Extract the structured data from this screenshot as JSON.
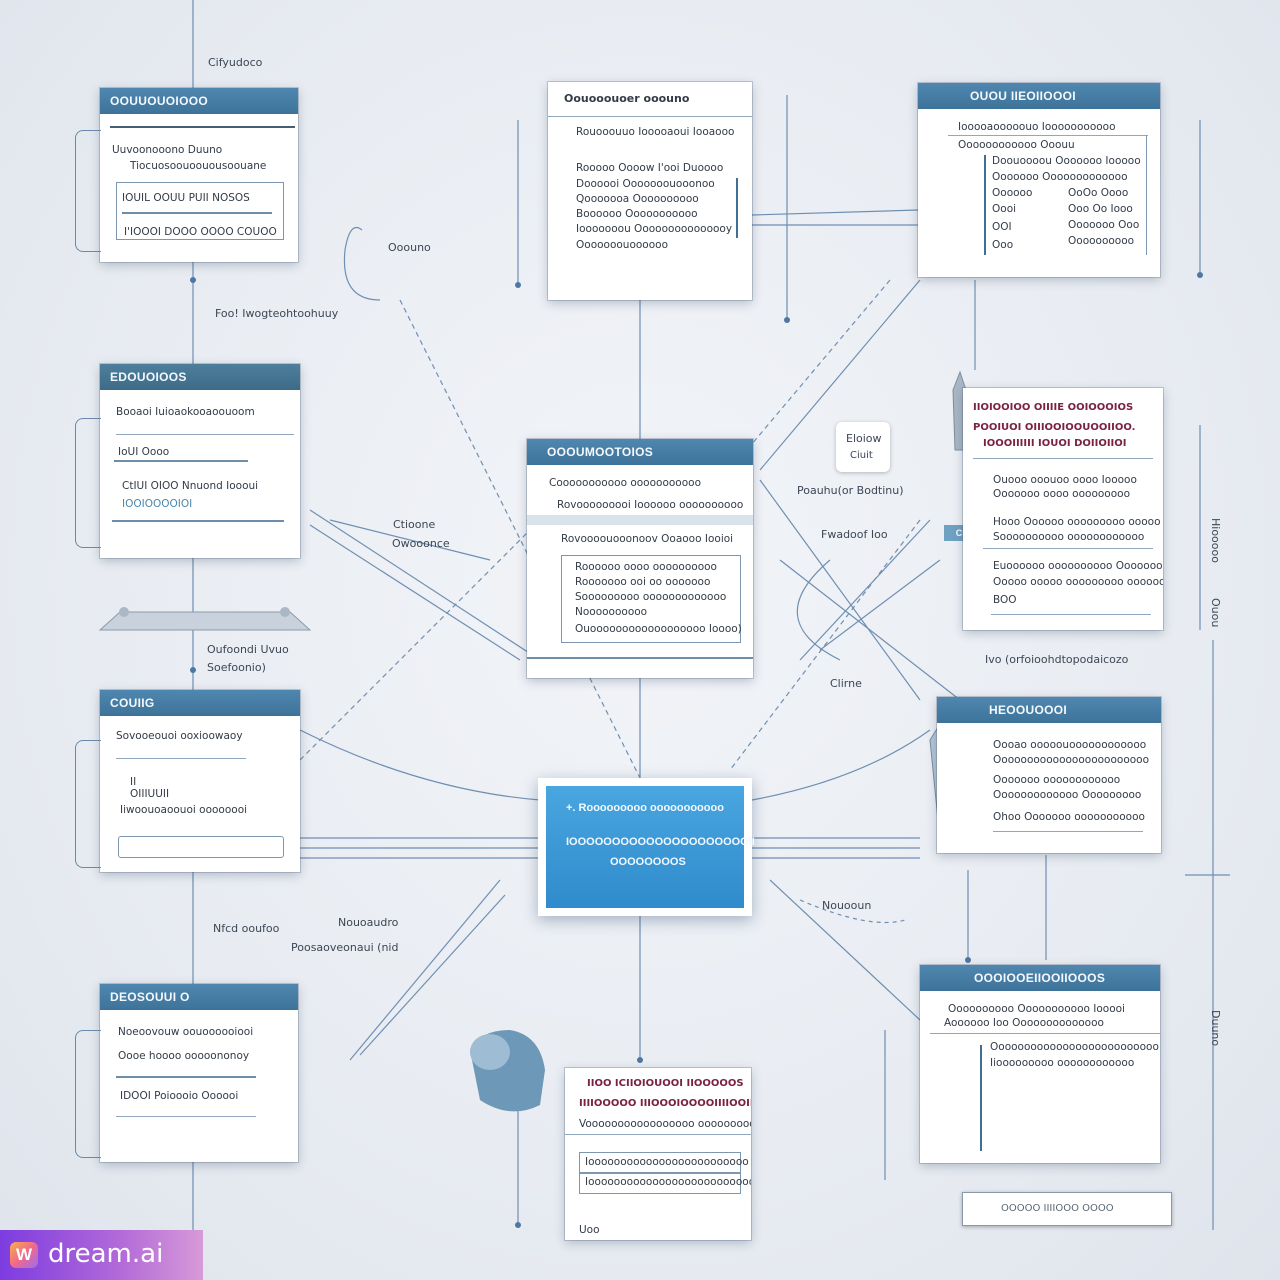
{
  "floating_labels": {
    "top_left": "Cifyudoco",
    "left_mid_1": "Ooouno",
    "left_mid_2": "Foo! Iwogteohtoohuuy",
    "center_left_1": "Ctioone",
    "center_left_2": "Owooonce",
    "left_lower_1": "Oufoondi Uvuo",
    "left_lower_2": "Soefoonio)",
    "bottom_left_1": "Nfcd ooufoo",
    "bottom_left_2": "Nouoaudro",
    "bottom_left_3": "Poosaoveonaui (nid",
    "right_center_1": "Poauhu(or Bodtinu)",
    "right_center_2": "Fwadoof Ioo",
    "right_center_3": "Ivo (orfoioohdtopodaicozo",
    "right_center_4": "Clirne",
    "right_lower": "Nouooun",
    "right_edge_1": "Hiooooo",
    "right_edge_2": "Ouou",
    "right_edge_3": "Duuno",
    "chip_line_1": "Eloiow",
    "chip_line_2": "Ciuit",
    "tag": "Ciu"
  },
  "cards": {
    "left1": {
      "title": "OOUUOUOIOOO",
      "lines": [
        "Uuvoonooono Duuno",
        "Tiocuosoouoouousoouane",
        "IOUIL OOUU PUII NOSOS",
        "I'IOOOI DOOO OOOO COUOO"
      ]
    },
    "left2": {
      "title": "EDOUOIOOS",
      "lines": [
        "Booaoi Iuioaokooaoouoom",
        "IoUI Oooo",
        "CtIUI OIOO Nnuond Ioooui",
        "IOOIOOOOIOI"
      ]
    },
    "left3": {
      "title": "COUIIG",
      "lines": [
        "Sovooeouoi ooxioowaoy",
        "II",
        "OIIIUUII",
        "Iiwoouoaoouoi oooooooi"
      ]
    },
    "left4": {
      "title": "DEOSOUUI O",
      "lines": [
        "Noeoovouw oouoooooiooi",
        "Oooe hoooo ooooononoy",
        "IDOOI Poioooio Oooooi"
      ]
    },
    "top_center": {
      "title": "Oouooouoer ooouno",
      "lines": [
        "Rouooouuo Iooooaoui Iooaooo",
        "Rooooo Oooow I'ooi Duoooo",
        "Doooooi Ooooooouooonoo",
        "Qooooooa Oooooooooo",
        "Boooooo Ooooooooooo",
        "Iooooooou Ooooooooooooooy",
        "Ooooooouoooooo"
      ]
    },
    "top_right": {
      "title": "OUOU IIEOIIOOOI",
      "lines": [
        "Iooooaooooouo Iooooooooooo",
        "Oooooooooooo Ooouu",
        "Doouoooou Ooooooo Iooooo",
        "Ooooooo Ooooooooooooo",
        "Oooooo",
        "OoOo Oooo",
        "Oooi",
        "Ooo Oo Iooo",
        "OOI",
        "Ooooooo Ooo",
        "Ooo",
        "Oooooooooo"
      ]
    },
    "center": {
      "title": "OOOUMOOTOIOS",
      "lines": [
        "Cooooooooooo ooooooooooo",
        "Rovooooooooi Ioooooo oooooooooo",
        "Rovoooouooonoov Ooaooo Iooioi",
        "Roooooo oooo oooooooooo",
        "Rooooooo ooi oo ooooooo",
        "Sooooooooo ooooooooooooo",
        "Noooooooooo",
        "Ouoooooooooooooooooo Ioooo)"
      ]
    },
    "right_mid": {
      "title_1": "IIOIOOIOO OIIIIE OOIOOOIOS",
      "title_2": "POOIUOI OIIIOOIOOUOOIIOO.",
      "title_3": "IOOOIIIIII IOUOI DOIIOIIOI",
      "lines": [
        "Ouooo ooouoo oooo Iooooo",
        "Ooooooo oooo ooooooooo",
        "Hooo Oooooo ooooooooo ooooo",
        "Soooooooooo oooooooooooo",
        "Euoooooo oooooooooo Ooooooooo",
        "Ooooo ooooo ooooooooo ooooooo",
        "BOO"
      ]
    },
    "right_lower": {
      "title": "HEOOUOOOI",
      "lines": [
        "Oooao ooooouoooooooooooo",
        "Oooooooooooooooooooooooo",
        "Ooooooo oooooooooooo",
        "Ooooooooooooo Ooooooooo",
        "Ohoo Ooooooo ooooooooooo"
      ]
    },
    "bottom_right": {
      "title": "OOOIOOEIIOOIIOOOS",
      "lines": [
        "Oooooooooo Ooooooooooo Iooooi",
        "Aoooooo Ioo Oooooooooooooo",
        "Oooooooooooooooooooooooooo",
        "Iiooooooooo oooooooooooo"
      ]
    },
    "bottom_center": {
      "title_1": "IIOO ICIIOIOUOOI IIOOOOOS",
      "title_2": "IIIIOOOOO IIIOOOIOOOOIIIIOOII",
      "lines": [
        "Vooooooooooooooooo oooooooooo",
        "Iooooooooooooooooooooooooo",
        "Iooooooooooooooooooooooooooo",
        "Uoo"
      ]
    },
    "hub": {
      "line_1": "+. Rooooooooo ooooooooooo",
      "line_2": "IOOOOOOOOOOOOOOOOOOOOOII",
      "line_3": "OOOOOOOOS"
    },
    "bottom_bar": "OOOOO IIIIOOO OOOO"
  },
  "watermark": {
    "logo": "W",
    "text": "dream.ai"
  },
  "colors": {
    "header": "#4f87b0",
    "hub": "#3d9ad8",
    "wire": "#5f85ad",
    "maroon": "#7a2144"
  }
}
